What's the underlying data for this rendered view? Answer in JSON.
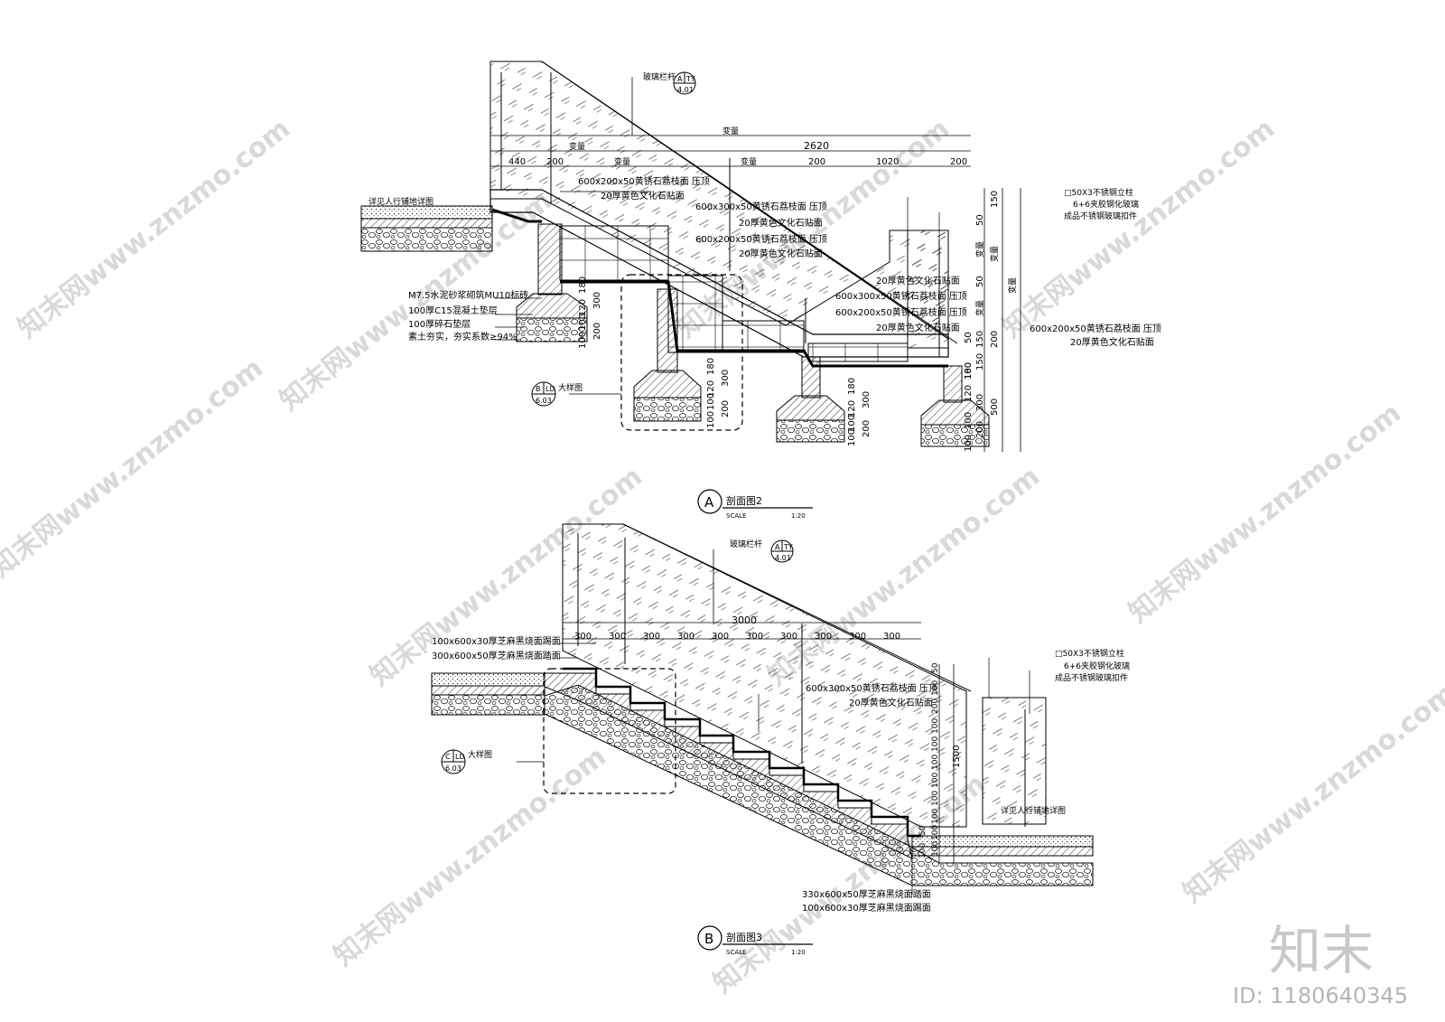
{
  "section_a": {
    "title": "剖面图2",
    "marker": "A",
    "scale_label": "SCALE",
    "scale_value": "1:20",
    "railing_label": "玻璃栏杆",
    "railing_ref": {
      "top_left": "A",
      "top_right": "TY",
      "bottom": "4.01"
    },
    "detail_label": "大样图",
    "detail_ref": {
      "top_left": "B",
      "top_right": "LD",
      "bottom": "6.03"
    },
    "top_dims": {
      "overall": "2620",
      "variable": "变量"
    },
    "row_dims": [
      "440",
      "200",
      "变量",
      "变量",
      "200",
      "1020",
      "200"
    ],
    "left_note": "详见人行铺地详图",
    "callouts_center": [
      "600x200x50黄锈石荔枝面 压顶",
      "20厚黄色文化石贴面",
      "600x300x50黄锈石荔枝面 压顶",
      "20厚黄色文化石贴面",
      "600x200x50黄锈石荔枝面 压顶",
      "20厚黄色文化石贴面"
    ],
    "callouts_lower": [
      "20厚黄色文化石贴面",
      "600x300x50黄锈石荔枝面 压顶",
      "600x200x50黄锈石荔枝面 压顶",
      "20厚黄色文化石贴面"
    ],
    "callouts_right": [
      "□50X3不锈钢立柱",
      "6+6夹胶钢化玻璃",
      "成品不锈钢玻璃扣件"
    ],
    "callouts_right_low": [
      "600x200x50黄锈石荔枝面 压顶",
      "20厚黄色文化石贴面"
    ],
    "callouts_left": [
      "M7.5水泥砂浆砌筑MU10标砖",
      "100厚C15混凝土垫层",
      "100厚碎石垫层",
      "素土夯实，夯实系数≥94%"
    ],
    "footing_dims": [
      "120",
      "180",
      "300",
      "100",
      "200",
      "100"
    ],
    "right_vertical_dims": [
      "150",
      "50",
      "变量",
      "50",
      "变量",
      "50",
      "150",
      "200",
      "150",
      "100",
      "120",
      "180",
      "300",
      "100",
      "200",
      "100",
      "500"
    ],
    "right_vertical_labels": [
      "变量",
      "变量"
    ]
  },
  "section_b": {
    "title": "剖面图3",
    "marker": "B",
    "scale_label": "SCALE",
    "scale_value": "1:20",
    "railing_label": "玻璃栏杆",
    "railing_ref": {
      "top_left": "A",
      "top_right": "TY",
      "bottom": "4.01"
    },
    "detail_label": "大样图",
    "detail_ref": {
      "top_left": "C",
      "top_right": "LD",
      "bottom": "6.03"
    },
    "overall_dim": "3000",
    "step_dims": [
      "300",
      "300",
      "300",
      "300",
      "300",
      "300",
      "300",
      "300",
      "300",
      "300"
    ],
    "left_callouts": [
      "100x600x30厚芝麻黑烧面踢面",
      "300x600x50厚芝麻黑烧面踏面"
    ],
    "center_callouts": [
      "600x300x50黄锈石荔枝面 压顶",
      "20厚黄色文化石贴面"
    ],
    "right_callouts": [
      "□50X3不锈钢立柱",
      "6+6夹胶钢化玻璃",
      "成品不锈钢玻璃扣件"
    ],
    "right_note": "详见人行铺地详图",
    "bottom_callouts": [
      "330x600x50厚芝麻黑烧面踏面",
      "100x600x30厚芝麻黑烧面踢面"
    ],
    "vertical_dims": [
      "50",
      "100",
      "200",
      "100",
      "100",
      "100",
      "100",
      "100",
      "100",
      "100",
      "100",
      "50",
      "100"
    ],
    "vertical_total": "1500"
  },
  "branding": {
    "logo": "知末",
    "id_text": "ID: 1180640345",
    "watermark": "知末网www.znzmo.com"
  }
}
